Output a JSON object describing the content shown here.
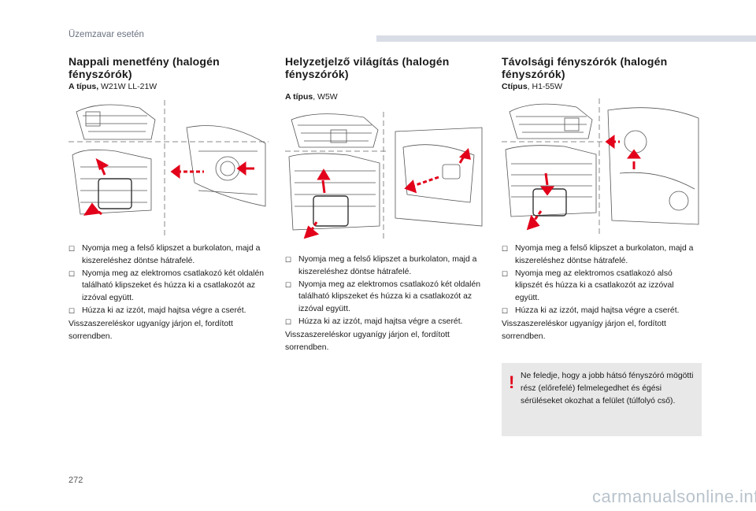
{
  "header": {
    "section": "Üzemzavar esetén"
  },
  "columns": [
    {
      "title": "Nappali menetfény (halogén fényszórók)",
      "type_prefix": "A típus,",
      "type_value": " W21W LL-21W",
      "steps": [
        "Nyomja meg a felső klipszet a burkolaton, majd a kiszereléshez döntse hátrafelé.",
        "Nyomja meg az elektromos csatlakozó két oldalén található klipszeket és húzza ki a csatlakozót az izzóval együtt.",
        "Húzza ki az izzót, majd hajtsa végre a cserét."
      ],
      "after": "Visszaszereléskor ugyanígy járjon el, fordított sorrendben."
    },
    {
      "title": "Helyzetjelző világítás (halogén fényszórók)",
      "type_prefix": "A típus",
      "type_value": ", W5W",
      "steps": [
        "Nyomja meg a felső klipszet a burkolaton, majd a kiszereléshez döntse hátrafelé.",
        "Nyomja meg az elektromos csatlakozó két oldalén található klipszeket és húzza ki a csatlakozót az izzóval együtt.",
        "Húzza ki az izzót, majd hajtsa végre a cserét."
      ],
      "after": "Visszaszereléskor ugyanígy járjon el, fordított sorrendben."
    },
    {
      "title": "Távolsági fényszórók (halogén fényszórók)",
      "type_prefix": "Ctípus",
      "type_value": ", H1-55W",
      "steps": [
        "Nyomja meg a felső klipszet a burkolaton, majd a kiszereléshez döntse hátrafelé.",
        "Nyomja meg az elektromos csatlakozó alsó klipszét és húzza ki a csatlakozót az izzóval együtt.",
        "Húzza ki az izzót, majd hajtsa végre a cserét."
      ],
      "after": "Visszaszereléskor ugyanígy járjon el, fordított sorrendben."
    }
  ],
  "bullet_glyph": "",
  "note": {
    "icon": "!",
    "text": "Ne feledje, hogy a jobb hátsó fényszóró mögötti rész (előrefelé) felmelegedhet és égési sérüléseket okozhat a felület (túlfolyó cső)."
  },
  "page_number": "272",
  "watermark": "carmanualsonline.info",
  "colors": {
    "accent_arrow": "#e2001a",
    "header_bar": "#d8dde6",
    "note_bg": "#e8e8e8"
  }
}
